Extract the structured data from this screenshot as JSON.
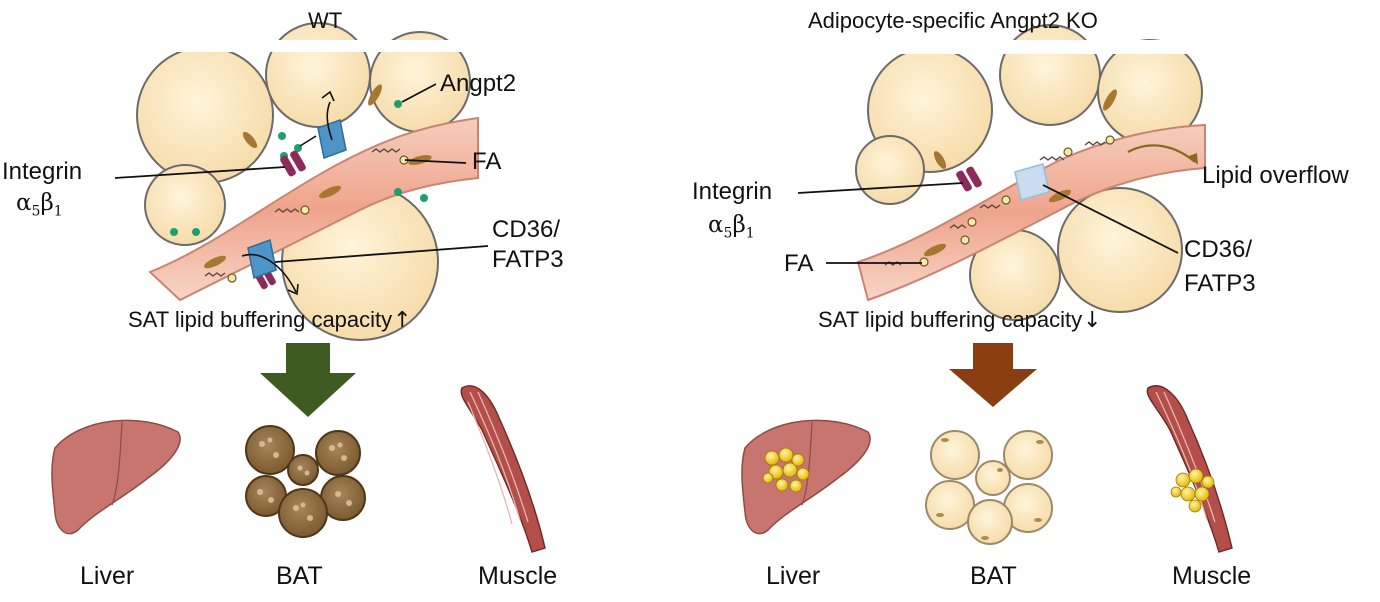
{
  "panels": {
    "wt": {
      "title": "WT",
      "labels": {
        "angpt2": "Angpt2",
        "integrin": "Integrin",
        "integrin_sub": "α5β1",
        "fa": "FA",
        "cd36": "CD36/",
        "fatp3": "FATP3"
      },
      "capacity": "SAT lipid buffering capacity",
      "capacity_arrow": "↑",
      "organs": [
        "Liver",
        "BAT",
        "Muscle"
      ]
    },
    "ko": {
      "title": "Adipocyte-specific Angpt2 KO",
      "labels": {
        "integrin": "Integrin",
        "integrin_sub": "α5β1",
        "fa": "FA",
        "cd36": "CD36/",
        "fatp3": "FATP3",
        "overflow": "Lipid overflow"
      },
      "capacity": "SAT lipid buffering capacity",
      "capacity_arrow": "↓",
      "organs": [
        "Liver",
        "BAT",
        "Muscle"
      ]
    }
  },
  "colors": {
    "wt_arrow": "#3e5c22",
    "ko_arrow": "#8a3e12",
    "adipocyte": "#fbe7c2",
    "vessel": "#f2b19d",
    "angpt2_dot": "#1f9e70",
    "integrin": "#8e2a59",
    "transporter": "#4f94c7",
    "liver": "#c9756f",
    "bat_cell": "#8a6a3c",
    "lipid_droplet": "#f0cc16",
    "overflow_arrow": "#8a6a1a"
  },
  "icons": [
    "adipocyte-cluster",
    "blood-vessel",
    "integrin-receptor",
    "cd36-fatp3-transporter",
    "angpt2-dot",
    "fatty-acid",
    "liver-icon",
    "bat-cells-icon",
    "muscle-icon",
    "down-arrow-icon"
  ]
}
